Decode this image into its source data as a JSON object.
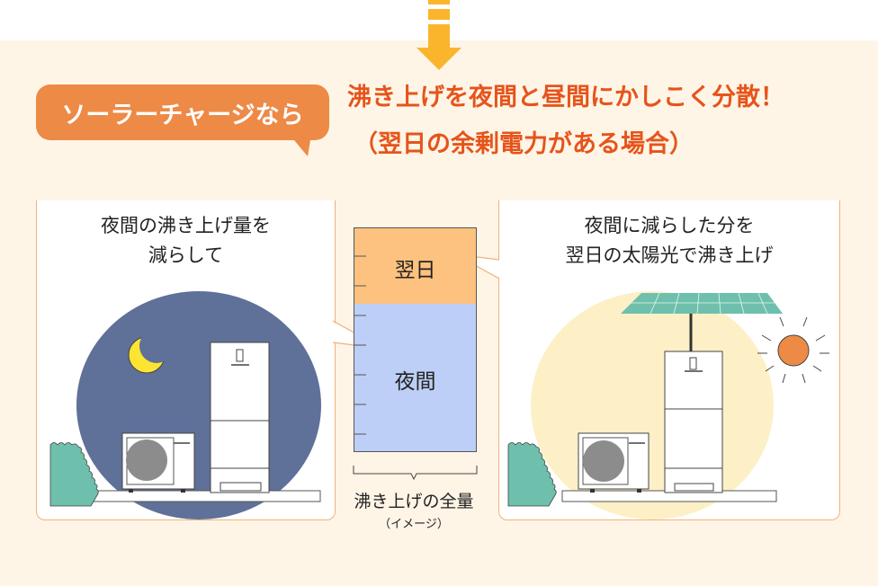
{
  "header": {
    "arrow_icon": "down-arrow-icon",
    "badge_label": "ソーラーチャージなら",
    "headline_line1": "沸き上げを夜間と昼間にかしこく分散！",
    "headline_line2": "（翌日の余剰電力がある場合）"
  },
  "left_card": {
    "title_line1": "夜間の沸き上げ量を",
    "title_line2": "減らして",
    "illustration": "night-heat-pump-scene",
    "icons": [
      "moon-icon",
      "heat-pump-unit-icon",
      "water-tank-icon",
      "bush-icon"
    ]
  },
  "center_meter": {
    "segment_top_label": "翌日",
    "segment_bottom_label": "夜間",
    "caption": "沸き上げの全量",
    "caption_sub": "（イメージ）",
    "colors": {
      "next_day": "#fdc27f",
      "night": "#bdcff6"
    }
  },
  "right_card": {
    "title_line1": "夜間に減らした分を",
    "title_line2": "翌日の太陽光で沸き上げ",
    "illustration": "daytime-solar-scene",
    "icons": [
      "solar-panel-icon",
      "sun-icon",
      "heat-pump-unit-icon",
      "water-tank-icon",
      "bush-icon"
    ]
  },
  "colors": {
    "panel_bg": "#fef5e6",
    "badge_bg": "#ed8a46",
    "headline": "#e6541b",
    "arrow": "#fbb52d",
    "night_sky": "#5f7099",
    "day_glow": "#fdf0c6",
    "sun": "#ed8a46",
    "bush": "#6fbfad",
    "panel_green": "#6fbfad"
  }
}
